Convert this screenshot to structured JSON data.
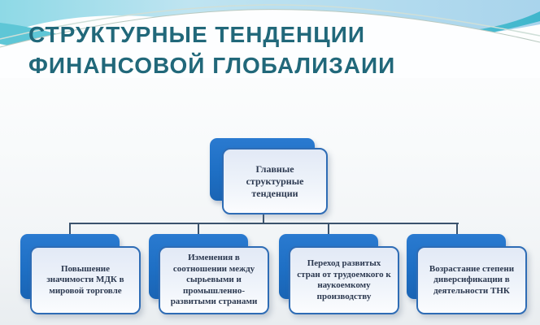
{
  "slide": {
    "title_line1": "СТРУКТУРНЫЕ ТЕНДЕНЦИИ",
    "title_line2": "ФИНАНСОВОЙ ГЛОБАЛИЗАИИ"
  },
  "diagram": {
    "type": "org-chart",
    "root": {
      "label": "Главные структурные тенденции"
    },
    "children": [
      {
        "label": "Повышение значимости МДК в мировой торговле"
      },
      {
        "label": "Изменения в соотношении между сырьевыми и промышленно-развитыми странами"
      },
      {
        "label": "Переход развитых стран от трудоемкого к наукоемкому производству"
      },
      {
        "label": "Возрастание степени диверсификации в деятельности ТНК"
      }
    ]
  },
  "colors": {
    "title_text": "#21687a",
    "node_back_blue": "#1e6fc4",
    "node_border_blue": "#2e6cb5",
    "node_fill_light": "#e8eef8",
    "node_text": "#2c3950",
    "connector": "#3b536d",
    "wave_light_blue": "#a9d6ec",
    "wave_teal": "#4fc0d3",
    "background": "#f4f7f9"
  }
}
